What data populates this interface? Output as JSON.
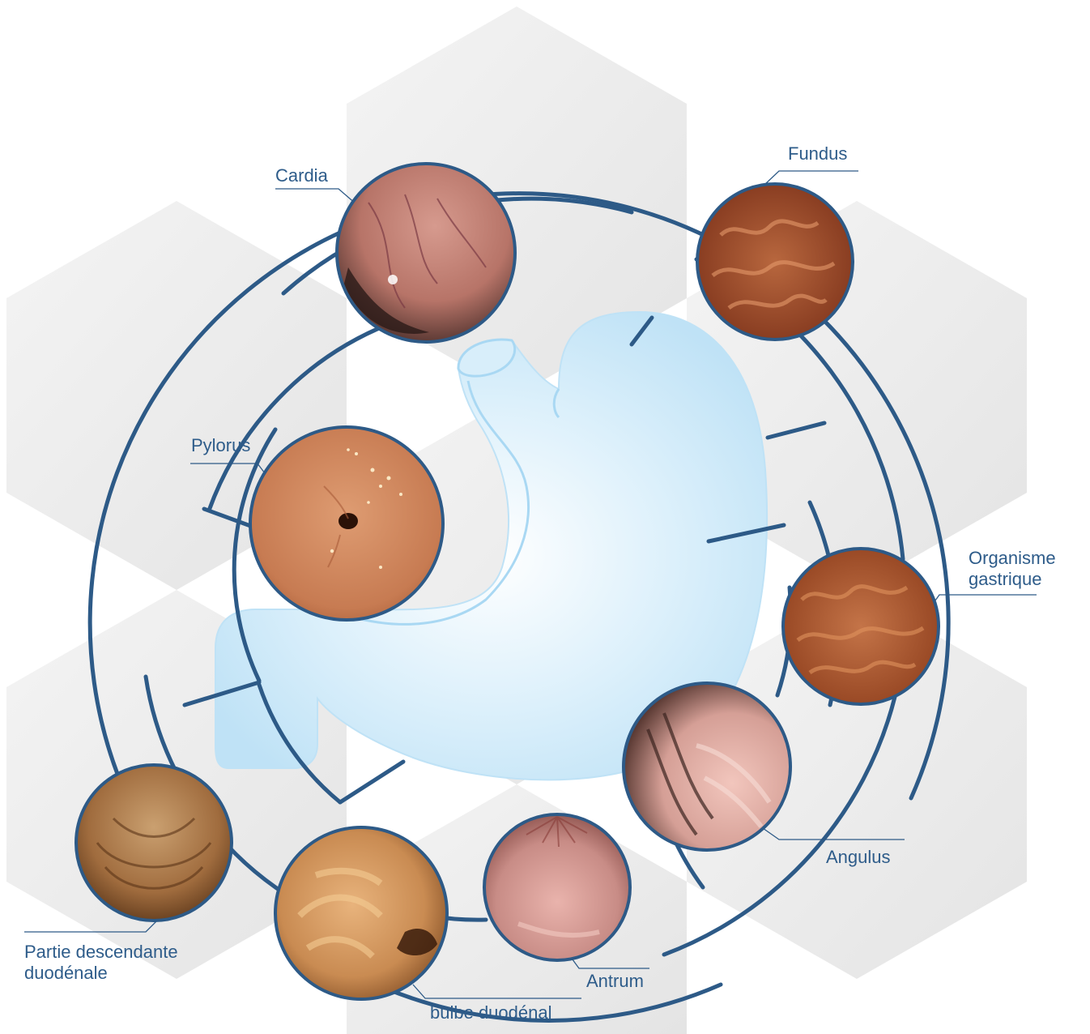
{
  "labels": {
    "cardia": "Cardia",
    "fundus": "Fundus",
    "pylorus": "Pylorus",
    "organisme_line1": "Organisme",
    "organisme_line2": "gastrique",
    "angulus": "Angulus",
    "antrum": "Antrum",
    "bulbe": "bulbe duodénal",
    "partie_line1": "Partie descendante",
    "partie_line2": "duodénale"
  },
  "colors": {
    "ring": "#2d5a87",
    "label": "#2e5c8a",
    "stomach": "#c9e7f8",
    "hexagon": "#ececec"
  }
}
